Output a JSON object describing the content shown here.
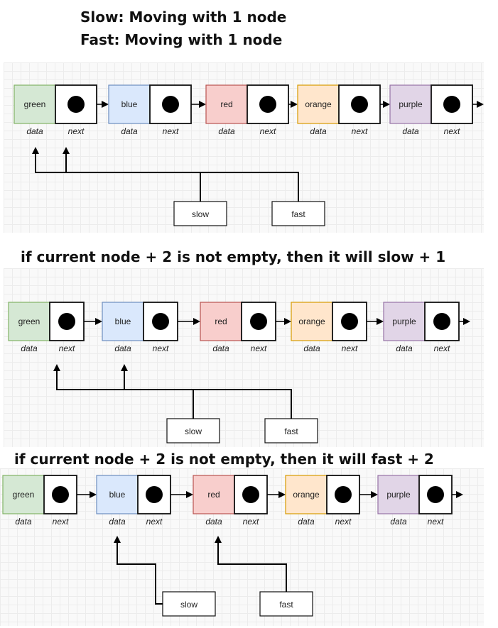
{
  "header": {
    "line1": "Slow: Moving with 1 node",
    "line2": "Fast: Moving with 1 node"
  },
  "captions": {
    "step1": "if current node + 2 is not empty, then it will slow + 1",
    "step2": "if current node + 2 is not empty, then it will fast + 2"
  },
  "node_labels": {
    "data": "data",
    "next": "next"
  },
  "nodes": [
    {
      "value": "green",
      "fill": "#d5e8d4",
      "stroke": "#82b366"
    },
    {
      "value": "blue",
      "fill": "#dae8fc",
      "stroke": "#6c8ebf"
    },
    {
      "value": "red",
      "fill": "#f8cecc",
      "stroke": "#b85450"
    },
    {
      "value": "orange",
      "fill": "#ffe6cc",
      "stroke": "#d79b00"
    },
    {
      "value": "purple",
      "fill": "#e1d5e7",
      "stroke": "#9673a6"
    }
  ],
  "pointers": {
    "slow": "slow",
    "fast": "fast"
  },
  "panels": [
    {
      "slow_node": 0,
      "fast_node": 0
    },
    {
      "slow_node": 1,
      "fast_node": 0
    },
    {
      "slow_node": 1,
      "fast_node": 2
    }
  ]
}
